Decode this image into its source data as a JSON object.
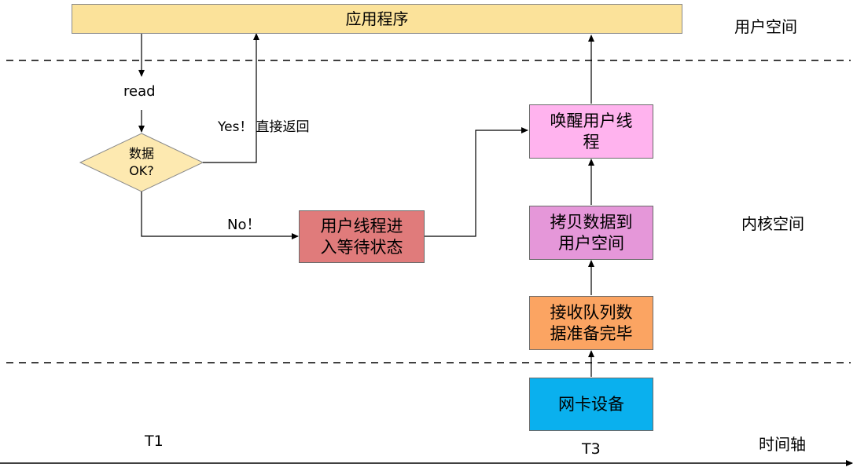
{
  "application": {
    "label": "应用程序"
  },
  "zones": {
    "user_space": "用户空间",
    "kernel_space": "内核空间",
    "timeline": "时间轴"
  },
  "flow": {
    "read": "read",
    "decision_line1": "数据",
    "decision_line2": "OK?",
    "yes_label": "Yes！",
    "yes_action": "直接返回",
    "no_label": "No！"
  },
  "boxes": {
    "wait": {
      "line1": "用户线程进",
      "line2": "入等待状态",
      "color": "#e07b7b"
    },
    "wake": {
      "line1": "唤醒用户线",
      "line2": "程",
      "color": "#ffb3ee"
    },
    "copy": {
      "line1": "拷贝数据到",
      "line2": "用户空间",
      "color": "#e597d9"
    },
    "recv": {
      "line1": "接收队列数",
      "line2": "据准备完毕",
      "color": "#fba462"
    },
    "nic": {
      "line1": "网卡设备",
      "color": "#0ab0ee"
    }
  },
  "time_marks": {
    "t1": "T1",
    "t3": "T3"
  },
  "colors": {
    "app_bar": "#fbe29a",
    "diamond": "#fde9b0"
  }
}
